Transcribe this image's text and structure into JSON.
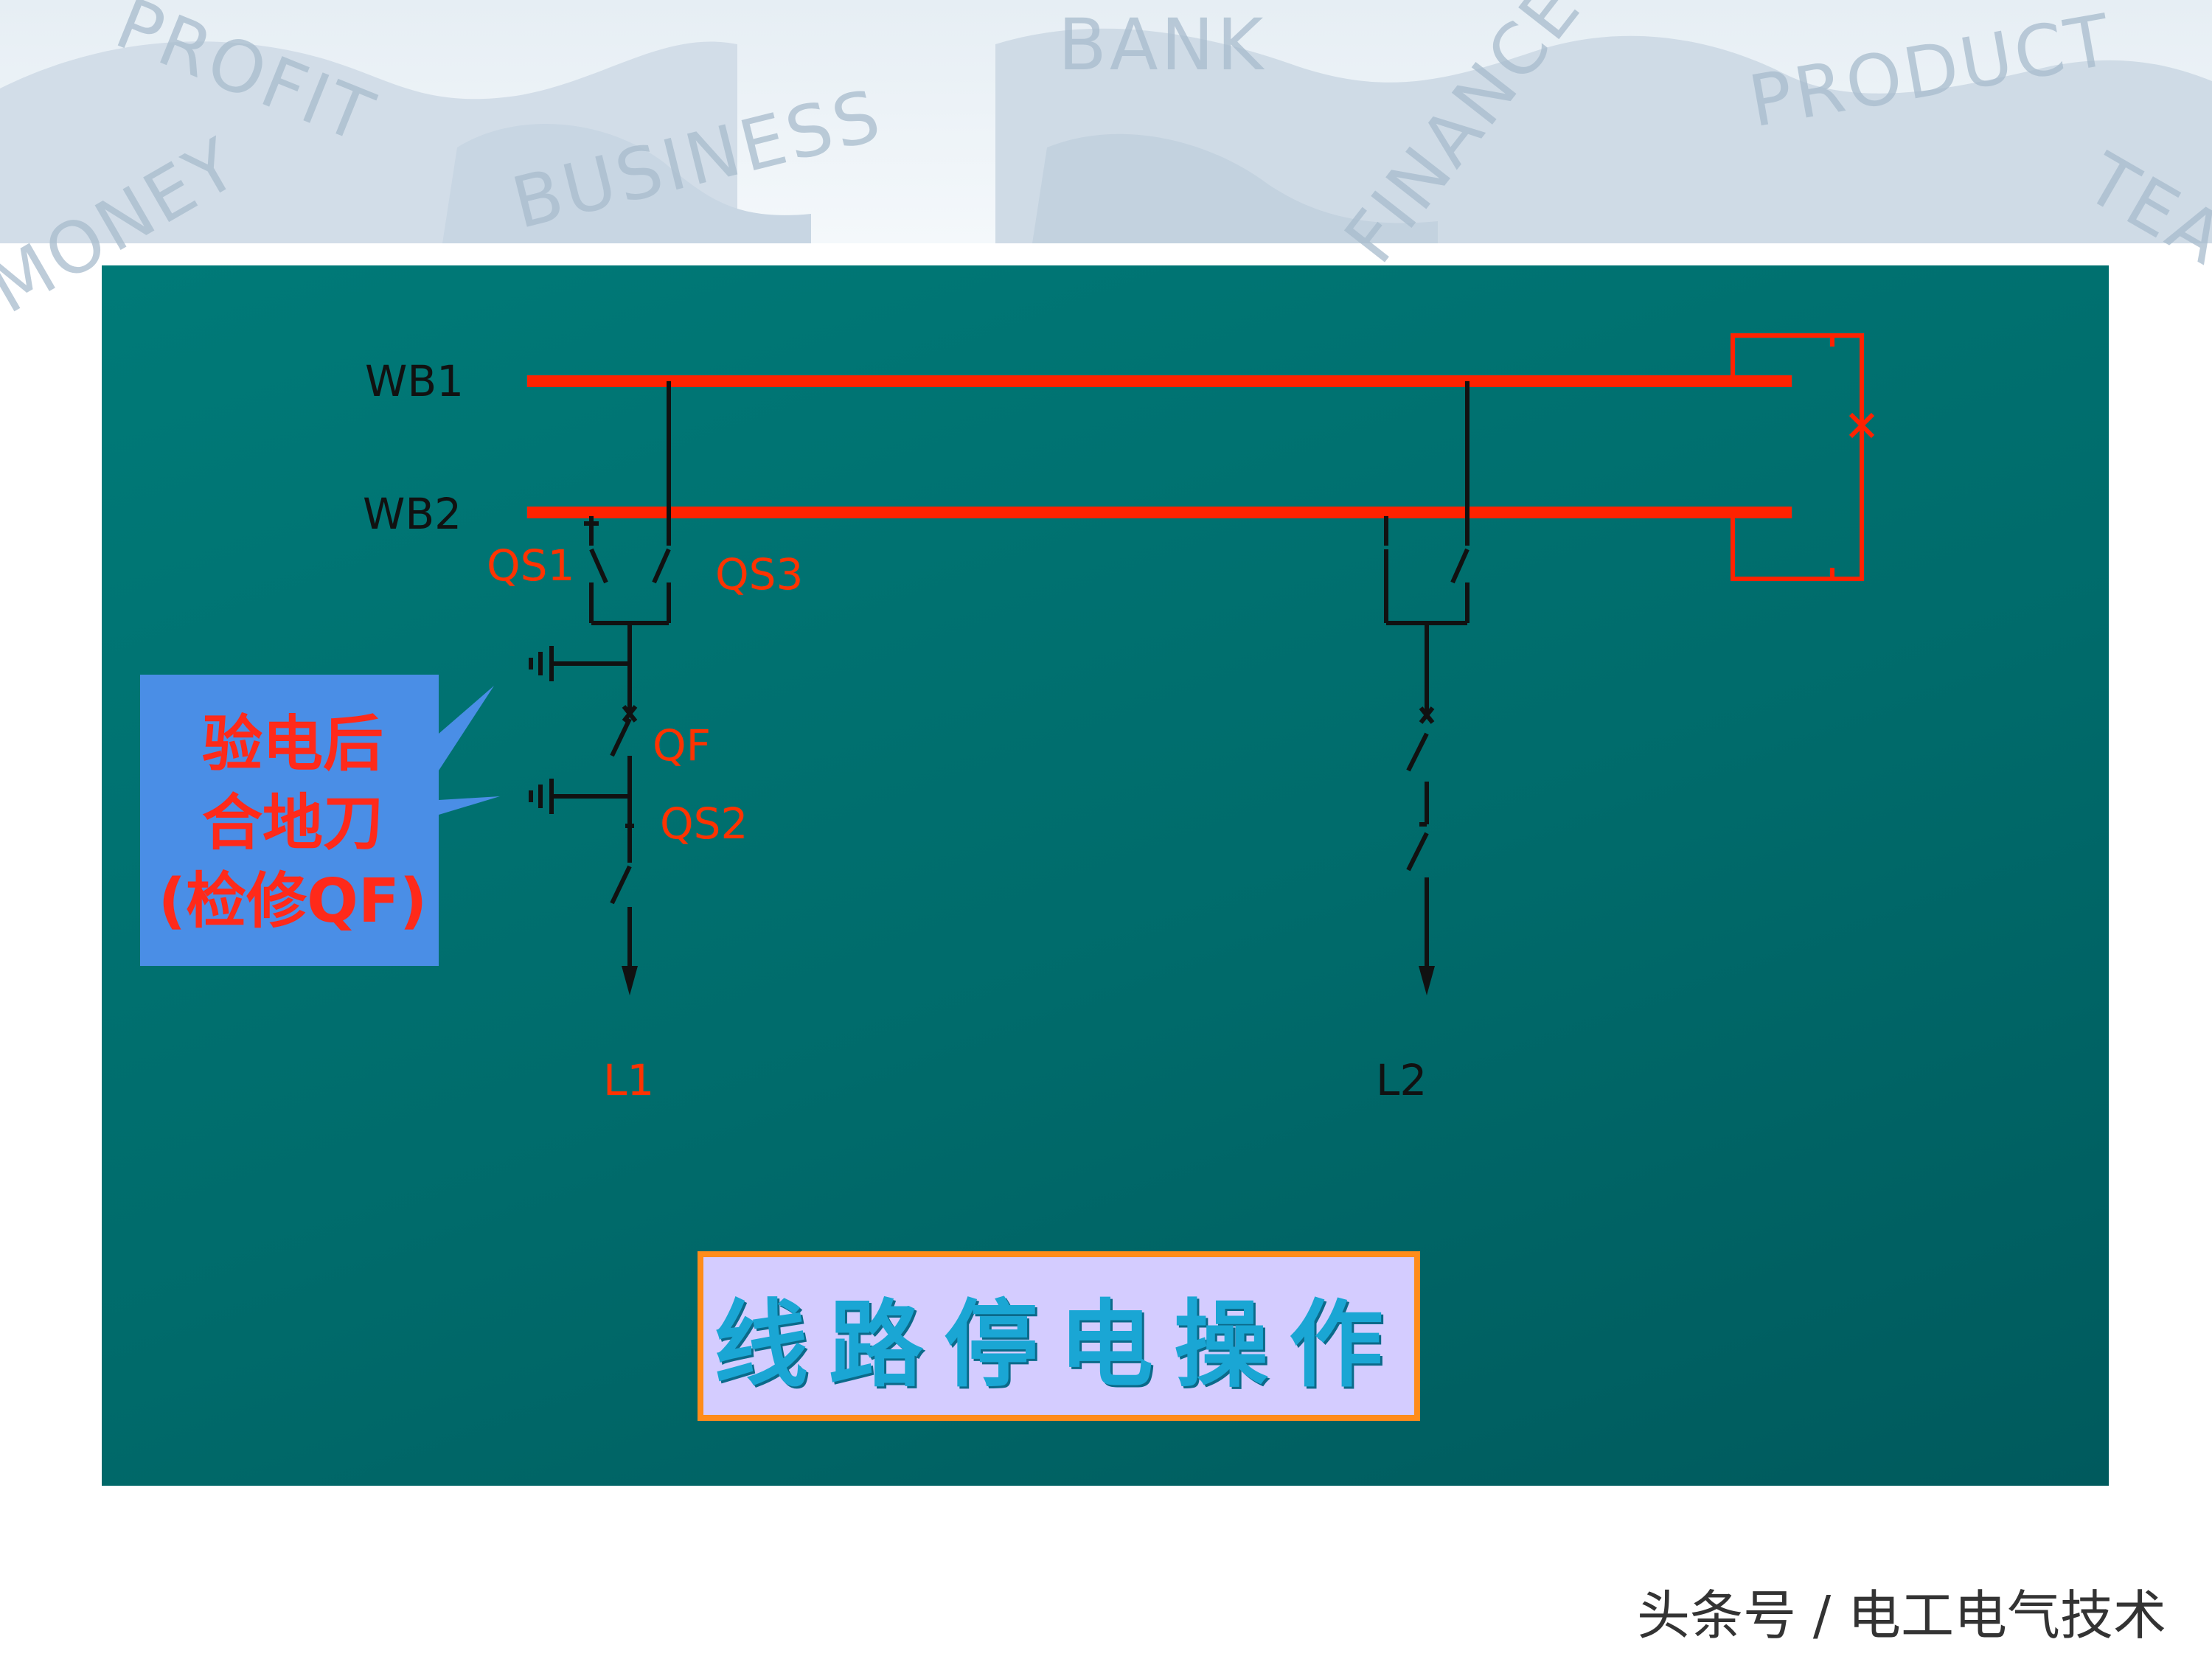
{
  "banner": {
    "watermarks": [
      "PROFIT",
      "BUSINESS",
      "BANK",
      "FINANCE",
      "PRODUCT",
      "MONEY",
      "TEAM"
    ]
  },
  "diagram": {
    "busbars": {
      "wb1": "WB1",
      "wb2": "WB2"
    },
    "labels": {
      "qs1": "QS1",
      "qs3": "QS3",
      "qf": "QF",
      "qs2": "QS2",
      "l1": "L1",
      "l2": "L2"
    },
    "callout": {
      "lines": [
        "验电后",
        "合地刀",
        "(检修QF)"
      ]
    },
    "title": "线路停电操作",
    "colors": {
      "panel": "#006b6b",
      "busbar": "#ff2200",
      "wire": "#111111",
      "callout": "#4a8ee6",
      "title_border": "#ff8c1a",
      "title_fill": "#d4ccff"
    }
  },
  "footer": {
    "text": "头条号 / 电工电气技术"
  }
}
